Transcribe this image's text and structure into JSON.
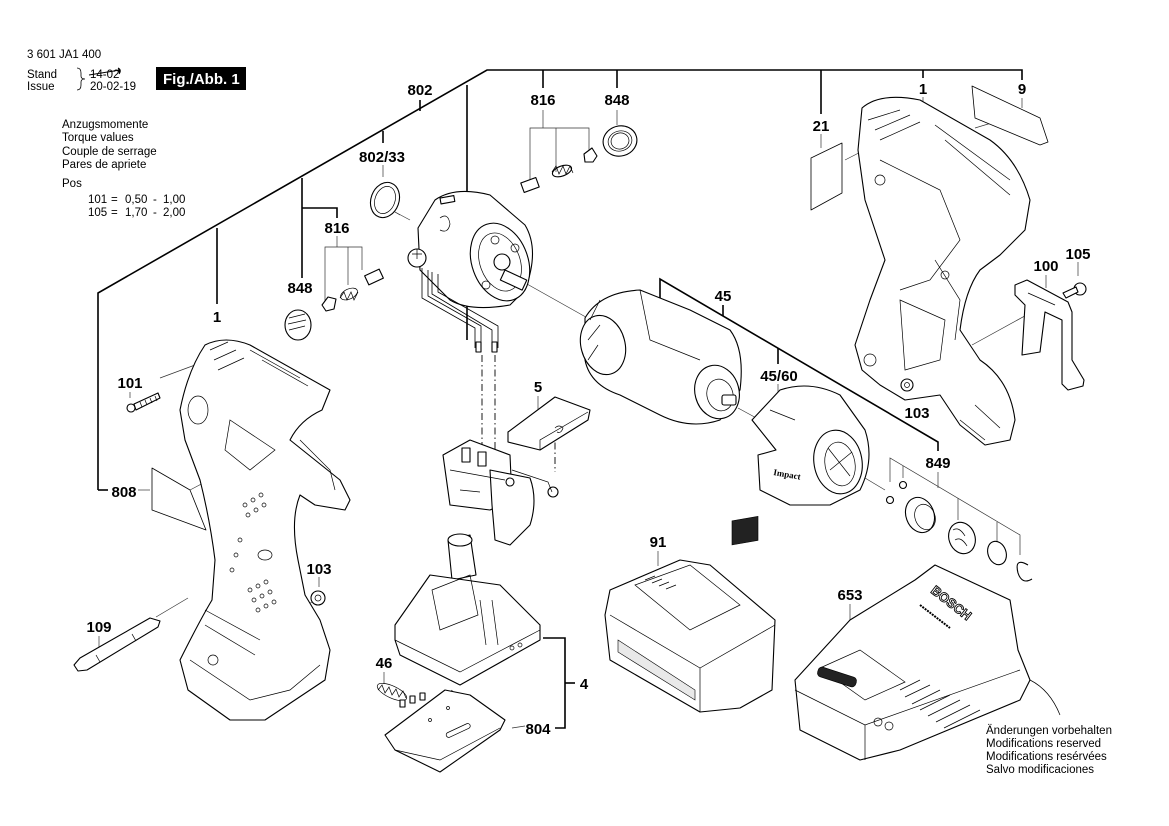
{
  "header": {
    "part_number": "3 601 JA1 400",
    "stand_label": "Stand",
    "issue_label": "Issue",
    "stand_value": "14-02",
    "stand_value_struck": true,
    "issue_value": "20-02-19",
    "figure_label": "Fig./Abb. 1"
  },
  "torque_legend": {
    "titles": [
      "Anzugsmomente",
      "Torque values",
      "Couple de serrage",
      "Pares de apriete"
    ],
    "pos_label": "Pos",
    "rows": [
      {
        "pos": "101",
        "eq": "=",
        "min": "0,50",
        "dash": "-",
        "max": "1,00"
      },
      {
        "pos": "105",
        "eq": "=",
        "min": "1,70",
        "dash": "-",
        "max": "2,00"
      }
    ]
  },
  "callouts": {
    "c802": "802",
    "c802_33": "802/33",
    "c816_top": "816",
    "c848_top": "848",
    "c816_left": "816",
    "c848_left": "848",
    "c1_left": "1",
    "c101": "101",
    "c808": "808",
    "c103_left": "103",
    "c109": "109",
    "c46": "46",
    "c4": "4",
    "c804": "804",
    "c5": "5",
    "c45": "45",
    "c45_60": "45/60",
    "c103_right": "103",
    "c849": "849",
    "c91": "91",
    "c653": "653",
    "c21": "21",
    "c1_right": "1",
    "c9": "9",
    "c100": "100",
    "c105": "105"
  },
  "markings": {
    "charger_brand": "BOSCH",
    "gear_cover_text": "Impact"
  },
  "footer_notice": [
    "Änderungen vorbehalten",
    "Modifications reserved",
    "Modifications resérvées",
    "Salvo modificaciones"
  ]
}
